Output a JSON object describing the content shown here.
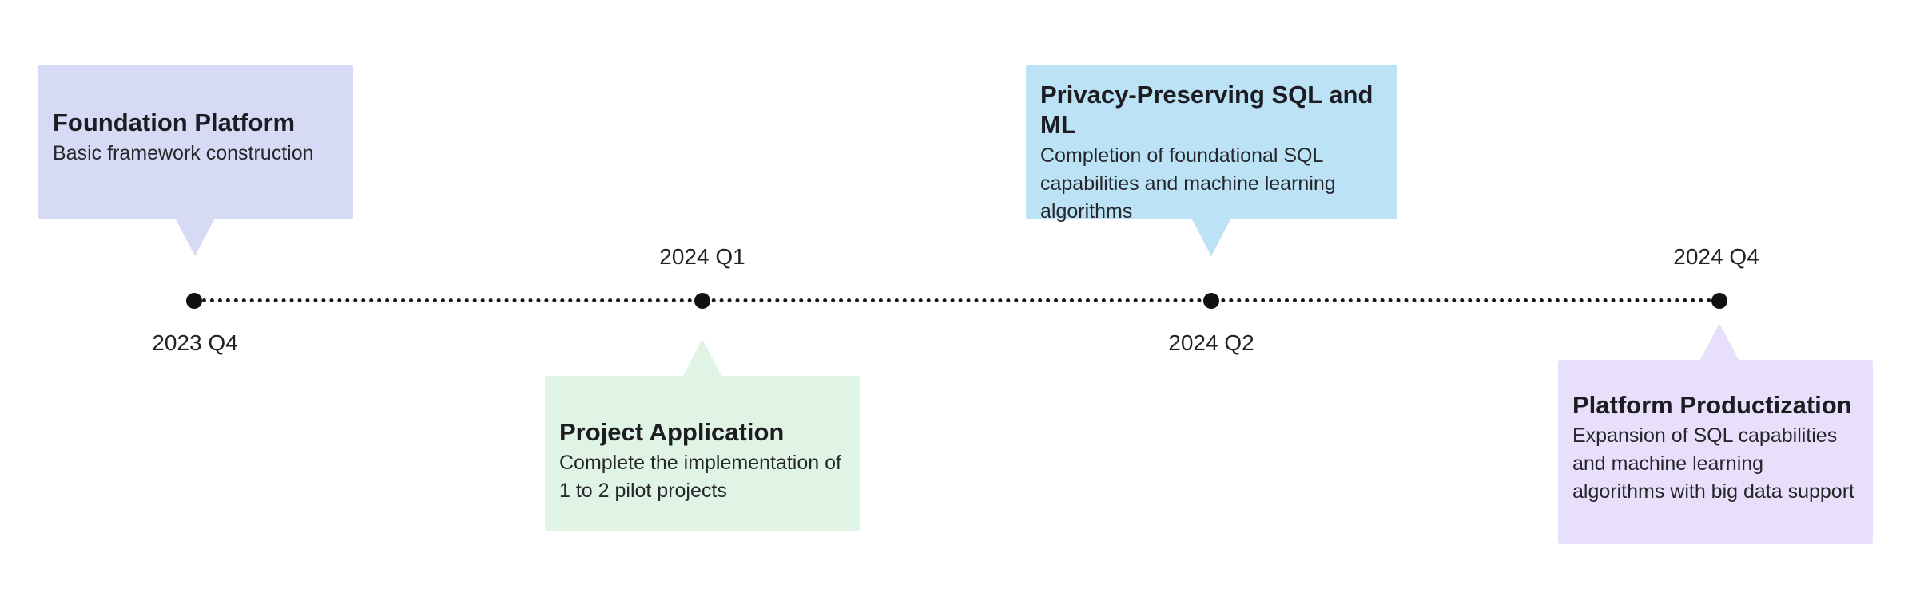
{
  "colors": {
    "axis": "#1a1a1a",
    "dot": "#111111",
    "foundation_bg": "#d7daf5",
    "application_bg": "#dff4e4",
    "privacy_bg": "#bbe3f5",
    "productization_bg": "#e8e0fb"
  },
  "milestones": [
    {
      "date": "2023 Q4",
      "title": "Foundation Platform",
      "description": "Basic framework construction"
    },
    {
      "date": "2024 Q1",
      "title": "Project Application",
      "description": "Complete the implementation of 1 to 2 pilot projects"
    },
    {
      "date": "2024 Q2",
      "title": "Privacy-Preserving SQL and ML",
      "description": "Completion of foundational SQL capabilities and machine learning algorithms"
    },
    {
      "date": "2024 Q4",
      "title": "Platform Productization",
      "description": "Expansion of SQL capabilities and machine learning algorithms with big data support"
    }
  ]
}
